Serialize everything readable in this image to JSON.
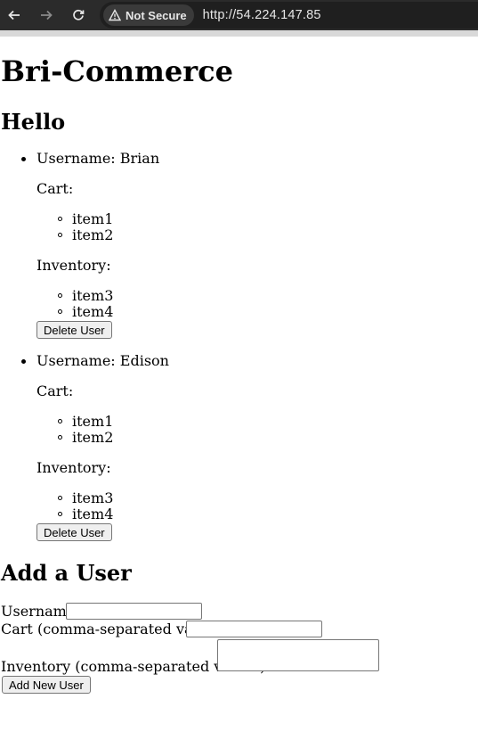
{
  "browser": {
    "security_label": "Not Secure",
    "url": "http://54.224.147.85"
  },
  "page": {
    "title": "Bri-Commerce",
    "greeting": "Hello",
    "users": [
      {
        "username_label": "Username: Brian",
        "cart_label": "Cart:",
        "cart": [
          "item1",
          "item2"
        ],
        "inventory_label": "Inventory:",
        "inventory": [
          "item3",
          "item4"
        ],
        "delete_label": "Delete User"
      },
      {
        "username_label": "Username: Edison",
        "cart_label": "Cart:",
        "cart": [
          "item1",
          "item2"
        ],
        "inventory_label": "Inventory:",
        "inventory": [
          "item3",
          "item4"
        ],
        "delete_label": "Delete User"
      }
    ],
    "add_user": {
      "heading": "Add a User",
      "username_label": "Username:",
      "username_value": "",
      "cart_label": "Cart (comma-separated values):",
      "cart_value": "",
      "inventory_label": "Inventory (comma-separated values):",
      "inventory_value": "",
      "submit_label": "Add New User"
    }
  }
}
